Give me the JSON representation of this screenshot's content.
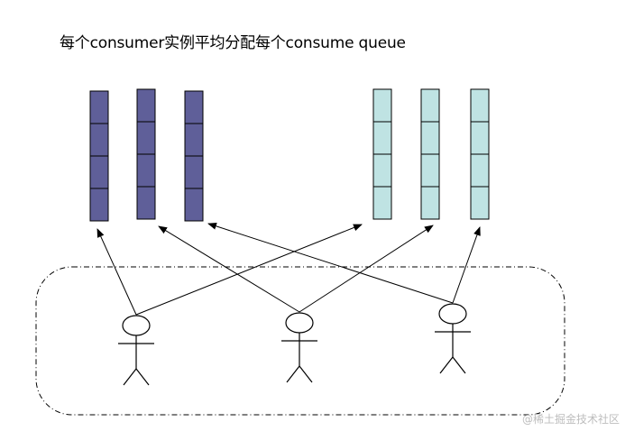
{
  "title": "每个consumer实例平均分配每个consume queue",
  "watermark": "@稀土掘金技术社区",
  "colors": {
    "left_queue_fill": "#5f5f99",
    "right_queue_fill": "#bfe3e3",
    "line": "#000000",
    "group_border": "#000000"
  },
  "queue_groups": [
    {
      "name": "left",
      "queue_count": 3,
      "cells_per_queue": 4
    },
    {
      "name": "right",
      "queue_count": 3,
      "cells_per_queue": 4
    }
  ],
  "consumer_count": 3,
  "assignments": [
    {
      "consumer": 1,
      "queue": 1
    },
    {
      "consumer": 1,
      "queue": 4
    },
    {
      "consumer": 2,
      "queue": 2
    },
    {
      "consumer": 2,
      "queue": 5
    },
    {
      "consumer": 3,
      "queue": 3
    },
    {
      "consumer": 3,
      "queue": 6
    }
  ]
}
